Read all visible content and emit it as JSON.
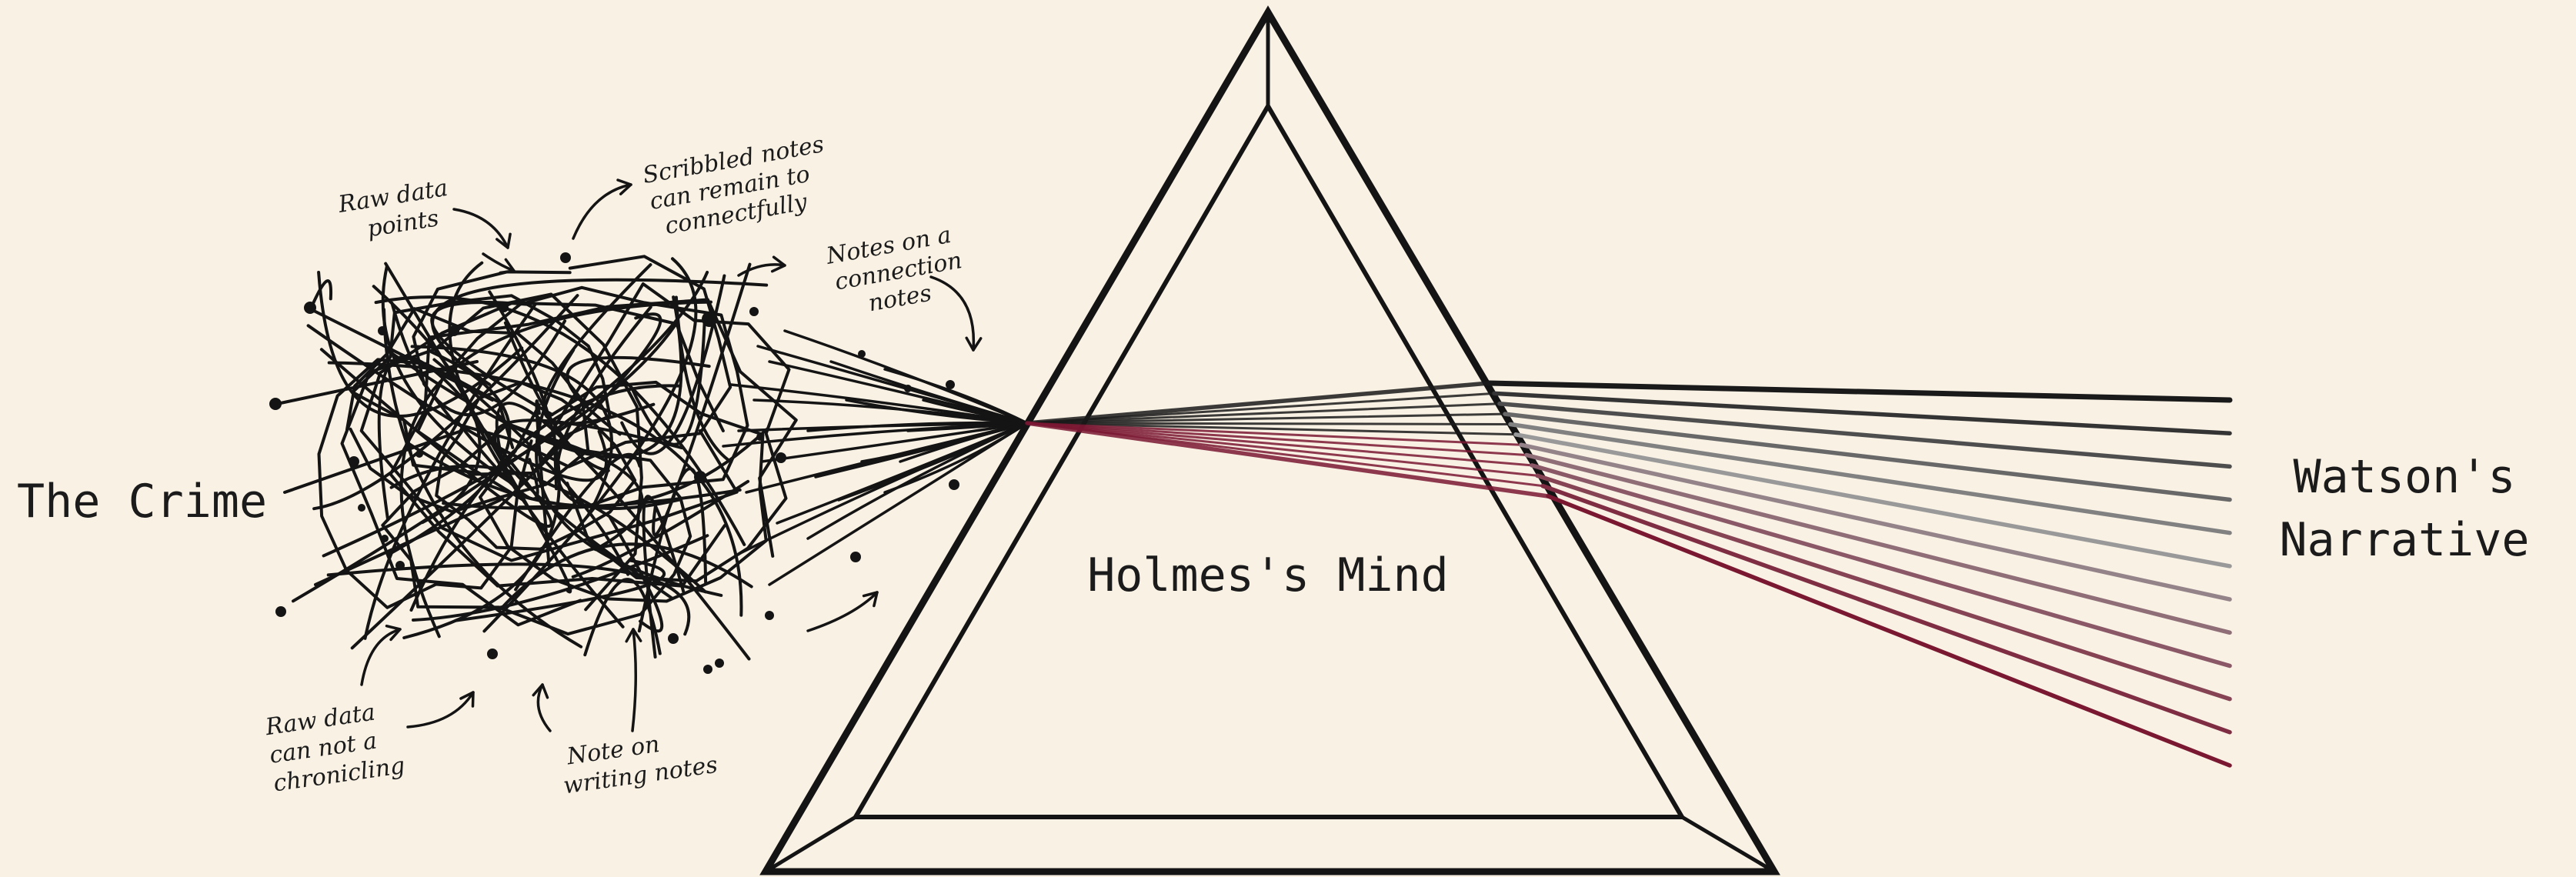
{
  "diagram": {
    "colors": {
      "background": "#f8f1e4",
      "ink": "#141414",
      "beam_light": "#1a1a1a",
      "beam_dark_red": "#7a1832",
      "beam_grey": "#9a9a9a"
    },
    "labels": {
      "input": "The Crime",
      "prism": "Holmes's Mind",
      "output_line1": "Watson's",
      "output_line2": "Narrative"
    },
    "notes": {
      "raw_points": [
        "Raw data",
        "points"
      ],
      "scribbled": [
        "Scribbled notes",
        "can remain to",
        "connectfully"
      ],
      "connection": [
        "Notes on a",
        "connection",
        "notes"
      ],
      "raw_chronicling": [
        "Raw data",
        "can not a",
        "chronicling"
      ],
      "writing": [
        "Note on",
        "writing notes"
      ]
    }
  }
}
